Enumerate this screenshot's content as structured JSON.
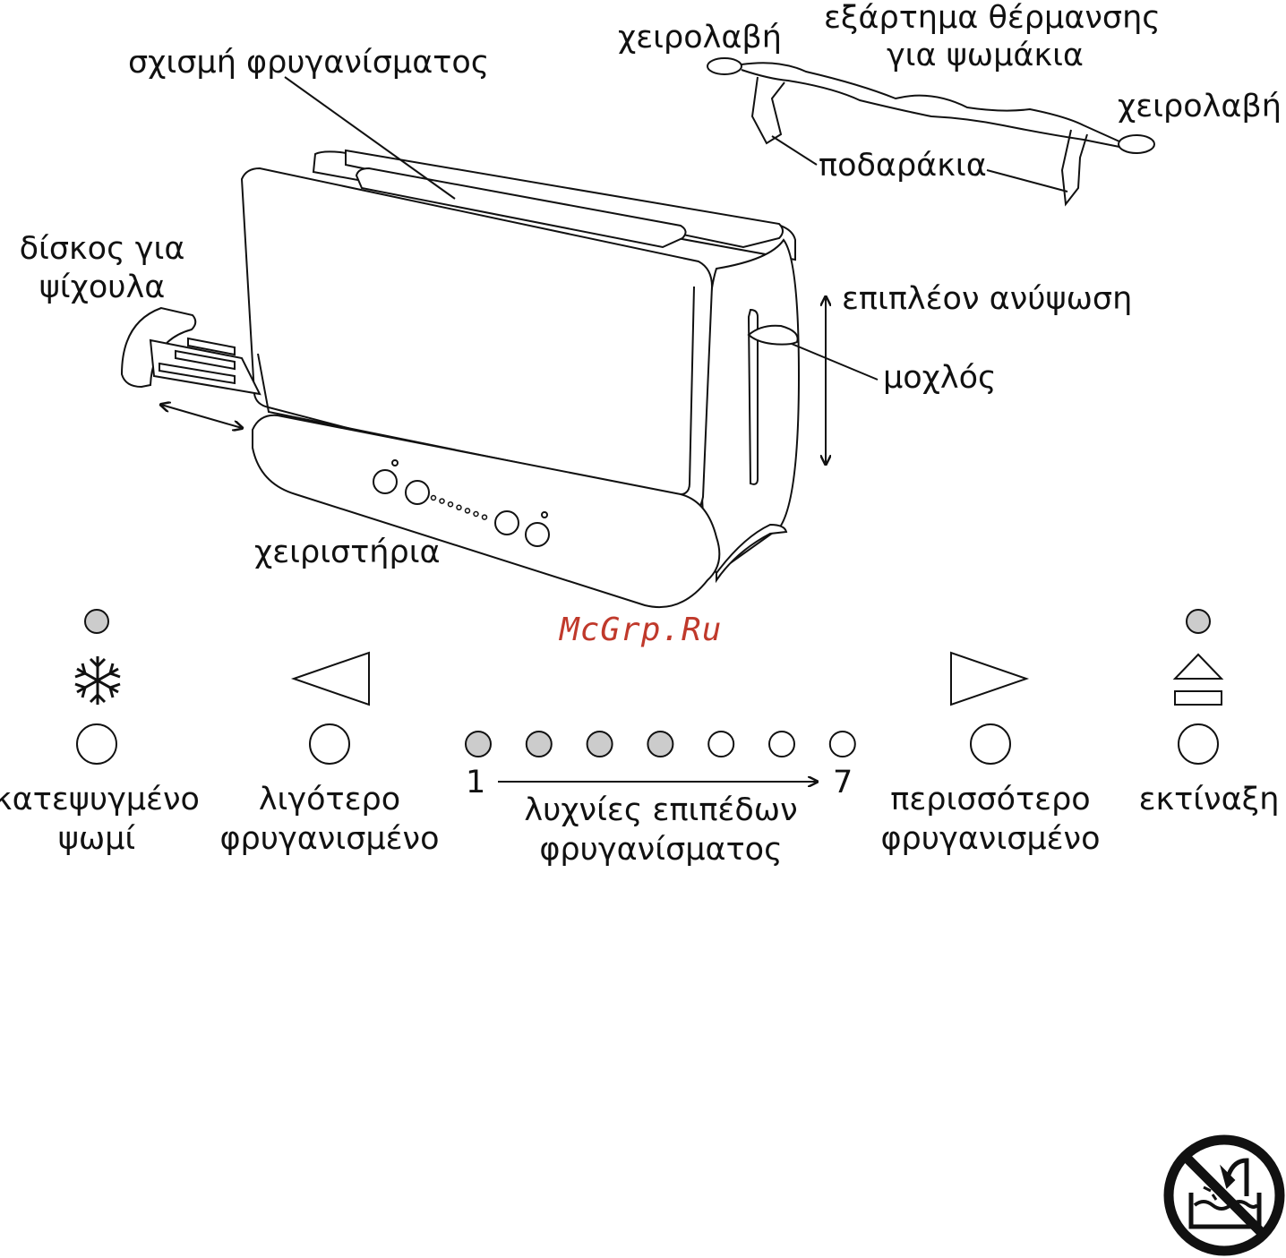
{
  "callouts": {
    "slot": "σχισμή φρυγανίσματος",
    "handle_left": "χειρολαβή",
    "warming_rack": [
      "εξάρτημα θέρμανσης",
      "για ψωμάκια"
    ],
    "handle_right": "χειρολαβή",
    "feet": "ποδαράκια",
    "crumb_tray": [
      "δίσκος για",
      "ψίχουλα"
    ],
    "extra_lift": "επιπλέον ανύψωση",
    "lever": "μοχλός",
    "controls": "χειριστήρια"
  },
  "watermark": "McGrp.Ru",
  "panel": {
    "frozen": [
      "κατεψυγμένο",
      "ψωμί"
    ],
    "lighter": [
      "λιγότερο",
      "φρυγανισμένο"
    ],
    "scale_start": "1",
    "scale_end": "7",
    "levels_label": [
      "λυχνίες επιπέδων",
      "φρυγανίσματος"
    ],
    "darker": [
      "περισσότερο",
      "φρυγανισμένο"
    ],
    "eject": "εκτίναξη",
    "level_lamps_lit": 4,
    "level_lamps_total": 7
  },
  "icons": {
    "snowflake": "snowflake-icon",
    "less": "triangle-left-icon",
    "more": "triangle-right-icon",
    "eject": "eject-icon",
    "warning": "no-water-immersion-icon"
  },
  "colors": {
    "lamp_lit": "#cccccc",
    "lamp_off": "#ffffff",
    "stroke": "#111111",
    "watermark": "#c0392b"
  }
}
